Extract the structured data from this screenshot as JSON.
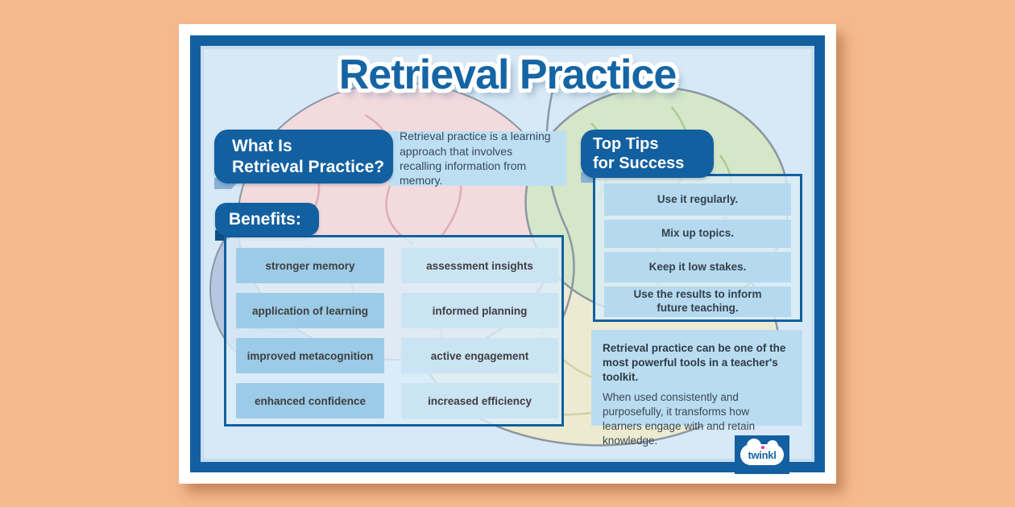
{
  "page": {
    "title": "Retrieval Practice"
  },
  "what_is": {
    "heading_line1": "What Is",
    "heading_line2": "Retrieval Practice?",
    "description": "Retrieval practice is a learning approach that involves recalling information from memory."
  },
  "benefits": {
    "heading": "Benefits:",
    "items_left": [
      "stronger memory",
      "application of learning",
      "improved metacognition",
      "enhanced confidence"
    ],
    "items_right": [
      "assessment insights",
      "informed planning",
      "active engagement",
      "increased efficiency"
    ]
  },
  "top_tips": {
    "heading_line1": "Top Tips",
    "heading_line2": "for Success",
    "items": [
      "Use it regularly.",
      "Mix up topics.",
      "Keep it low stakes.",
      "Use the results to inform future teaching."
    ]
  },
  "summary": {
    "bold_text": "Retrieval practice can be one of the most powerful tools in a teacher's toolkit.",
    "regular_text": "When used consistently and purposefully, it transforms how learners engage with and retain knowledge."
  },
  "branding": {
    "logo_text": "twinkl"
  },
  "colors": {
    "page_background": "#f5b98e",
    "poster_frame": "#ffffff",
    "dark_blue": "#1360a0",
    "canvas_blue": "#d7e9f6",
    "benefit_box_left": "#9ccbe8",
    "benefit_box_right": "#cbe4f4",
    "tip_box": "#b5d9ee",
    "summary_box": "#b9dcf0",
    "title_blue": "#1565a4",
    "logo_dot_pink": "#e8388a"
  }
}
